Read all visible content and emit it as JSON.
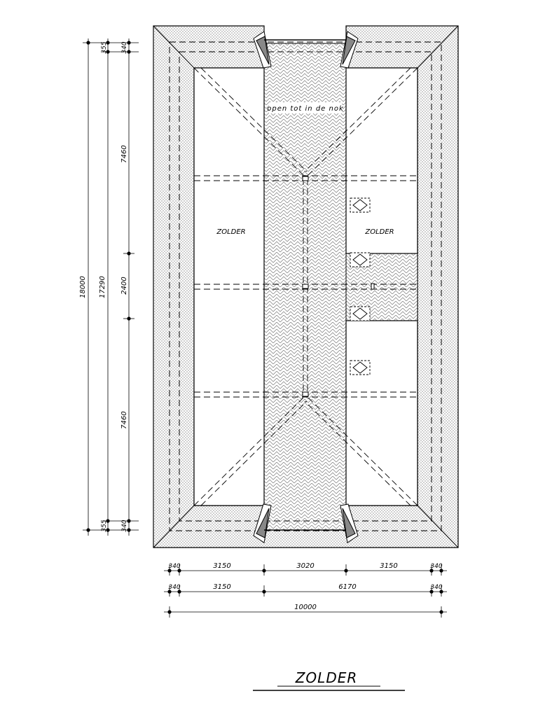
{
  "drawing": {
    "title": "ZOLDER",
    "note": "open tot in de nok",
    "rooms": [
      "ZOLDER",
      "ZOLDER"
    ]
  },
  "dimensions": {
    "left_outer": "18000",
    "left_middle": "17290",
    "left_inner": [
      "355",
      "340",
      "7460",
      "2400",
      "7460",
      "355",
      "340"
    ],
    "bottom_row1": [
      "340",
      "3150",
      "3020",
      "3150",
      "340"
    ],
    "bottom_row2": [
      "340",
      "3150",
      "6170",
      "340"
    ],
    "bottom_row3": "10000"
  }
}
